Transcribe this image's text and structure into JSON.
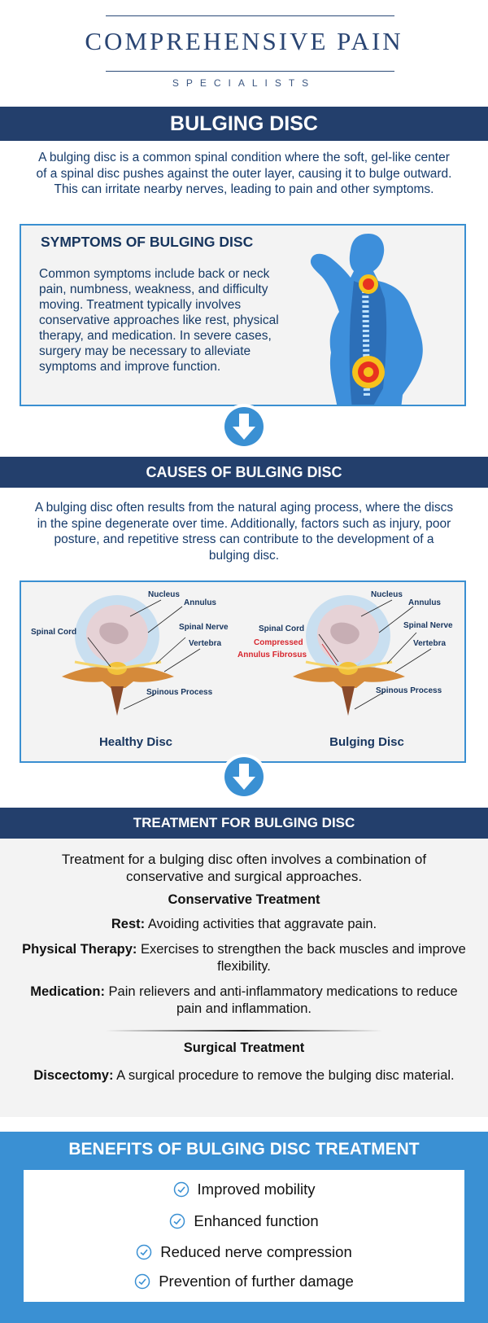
{
  "brand": {
    "title": "COMPREHENSIVE PAIN",
    "subtitle": "SPECIALISTS"
  },
  "main_heading": "BULGING DISC",
  "intro": "A bulging disc is a common spinal condition where the soft, gel-like center of a spinal disc pushes against the outer layer, causing it to bulge outward. This can irritate nearby nerves, leading to pain and other symptoms.",
  "symptoms": {
    "heading": "SYMPTOMS OF BULGING DISC",
    "body": "Common symptoms include back or neck pain, numbness, weakness, and difficulty moving. Treatment typically involves conservative approaches like rest, physical therapy, and medication. In severe cases, surgery may be necessary to alleviate symptoms and improve function."
  },
  "causes": {
    "heading": "CAUSES OF BULGING DISC",
    "body": "A bulging disc often results from the natural aging process, where the discs in the spine degenerate over time. Additionally, factors such as injury, poor posture, and repetitive stress can contribute to the development of a bulging disc."
  },
  "diagram": {
    "healthy": {
      "caption": "Healthy Disc",
      "labels": {
        "nucleus": "Nucleus",
        "annulus": "Annulus",
        "spinal_cord": "Spinal Cord",
        "spinal_nerve": "Spinal Nerve",
        "vertebra": "Vertebra",
        "spinous": "Spinous Process"
      }
    },
    "bulging": {
      "caption": "Bulging Disc",
      "labels": {
        "nucleus": "Nucleus",
        "annulus": "Annulus",
        "spinal_cord": "Spinal Cord",
        "compressed": "Compressed",
        "annulus_fibrosus": "Annulus Fibrosus",
        "spinal_nerve": "Spinal Nerve",
        "vertebra": "Vertebra",
        "spinous": "Spinous Process"
      }
    }
  },
  "treatment": {
    "heading": "TREATMENT FOR BULGING DISC",
    "lead": "Treatment for a bulging disc often involves a combination of conservative and surgical approaches.",
    "conservative_heading": "Conservative Treatment",
    "items": [
      {
        "term": "Rest:",
        "text": "Avoiding activities that aggravate pain."
      },
      {
        "term": "Physical Therapy:",
        "text": "Exercises to strengthen the back muscles and improve flexibility."
      },
      {
        "term": "Medication:",
        "text": "Pain relievers and anti-inflammatory medications to reduce pain and inflammation."
      }
    ],
    "surgical_heading": "Surgical Treatment",
    "surgical_item": {
      "term": "Discectomy:",
      "text": "A surgical procedure to remove the bulging disc material."
    }
  },
  "benefits": {
    "heading": "BENEFITS OF BULGING DISC TREATMENT",
    "items": [
      "Improved mobility",
      "Enhanced function",
      "Reduced nerve compression",
      "Prevention of further damage"
    ]
  },
  "colors": {
    "navy": "#233f6c",
    "accent": "#3a90d3",
    "pain": "#e8321f"
  }
}
